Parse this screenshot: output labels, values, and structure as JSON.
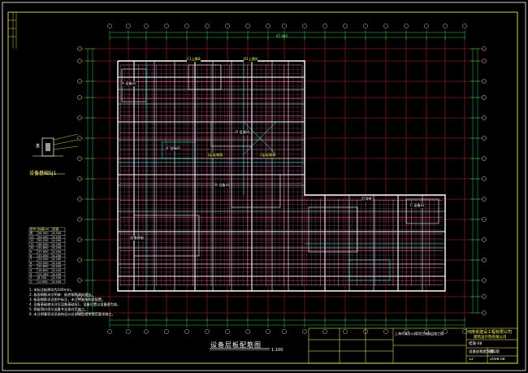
{
  "drawing": {
    "title": "设备层板配筋图",
    "scale": "1:100",
    "left_detail_title": "设备基础SJ1",
    "left_detail_tag": "基",
    "overall_dim": "67.800",
    "notes": [
      "1. 未标注板厚均为100mm。",
      "2. 板面钢筋未注明者：板底钢筋双向通长。",
      "3. 板面钢筋详见图中标注，未注明者按构造配置。",
      "4. 设备基础做法详见设备基础SJ1，设备位置以设备图为准。",
      "5. 预留洞口须与设备专业核对后施工。",
      "6. 未注明事项详见结构设计总说明及相关规范要求施工。"
    ],
    "level_table": {
      "header": [
        "层号",
        "标高(m)",
        "层高"
      ],
      "rows": [
        [
          "机",
          "58.950",
          "4.500"
        ],
        [
          "13",
          "54.450",
          "4.200"
        ],
        [
          "12",
          "50.250",
          "4.200"
        ],
        [
          "11",
          "46.050",
          "4.200"
        ],
        [
          "10",
          "41.850",
          "4.200"
        ],
        [
          "9",
          "37.650",
          "4.200"
        ],
        [
          "8",
          "33.450",
          "4.200"
        ],
        [
          "7",
          "29.250",
          "4.200"
        ],
        [
          "6",
          "25.050",
          "4.200"
        ],
        [
          "5",
          "20.850",
          "4.200"
        ],
        [
          "4",
          "16.650",
          "4.200"
        ],
        [
          "3",
          "12.450",
          "4.200"
        ],
        [
          "2",
          "8.250",
          "4.200"
        ],
        [
          "1",
          "-0.050",
          "4.200"
        ]
      ]
    },
    "room_labels": [
      {
        "text": "C1上筋8",
        "kind": "y"
      },
      {
        "text": "D1上筋8",
        "kind": "y"
      },
      {
        "text": "A 设备间",
        "kind": "w"
      },
      {
        "text": "B 设备间",
        "kind": "w"
      },
      {
        "text": "C 设备间",
        "kind": "w"
      },
      {
        "text": "D 设备间",
        "kind": "w"
      },
      {
        "text": "E 设备间",
        "kind": "w"
      },
      {
        "text": "1层板钢筋",
        "kind": "y"
      },
      {
        "text": "2层板钢筋",
        "kind": "y"
      },
      {
        "text": "后浇带",
        "kind": "w"
      },
      {
        "text": "设备基础",
        "kind": "w"
      }
    ],
    "title_block": {
      "company": "河南省建设工程有限公司",
      "company2": "建筑设计院有限公司",
      "project": "上海市某办公楼项目设备层施工图",
      "drawing_name": "设备层板配筋图",
      "drawing_no": "结施-08",
      "sheet": "12",
      "date": "2008.08",
      "revision": "第1版"
    }
  },
  "colors": {
    "background": "#000000",
    "wall": "#ffffff",
    "grid": "#ff3333",
    "dim": "#33ff66",
    "rebar": "#ff99cc",
    "frame": "#ffff66",
    "cyan": "#33ffff"
  }
}
